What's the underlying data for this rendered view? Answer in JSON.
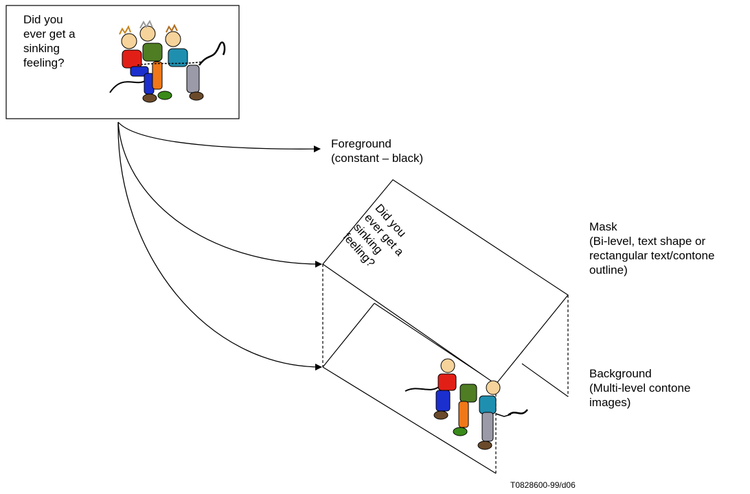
{
  "source_box": {
    "text": "Did you\never get a\nsinking\nfeeling?"
  },
  "foreground": {
    "label": "Foreground\n(constant – black)"
  },
  "mask": {
    "label": "Mask\n(Bi-level, text shape or\nrectangular text/contone\noutline)",
    "text": "Did you\never get a\nsinking\nfeeling?"
  },
  "background": {
    "label": "Background\n(Multi-level contone\nimages)"
  },
  "figure_id": "T0828600-99/d06"
}
